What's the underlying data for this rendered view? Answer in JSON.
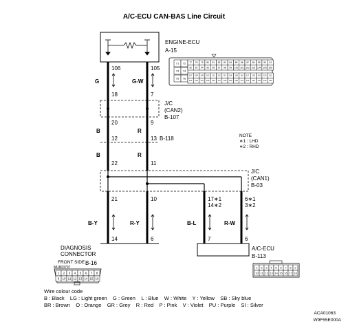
{
  "title": "A/C-ECU CAN-BAS Line Circuit",
  "engine_ecu": {
    "name": "ENGINE-ECU",
    "ref": "A-15"
  },
  "jc_can2": {
    "name": "J/C",
    "sub": "(CAN2)",
    "ref": "B-107"
  },
  "joint_b118": {
    "ref": "B-118"
  },
  "jc_can1": {
    "name": "J/C",
    "sub": "(CAN1)",
    "ref": "B-03"
  },
  "diagnosis": {
    "name1": "DIAGNOSIS",
    "name2": "CONNECTOR",
    "front_side": "FRONT SIDE",
    "ref": "B-16",
    "part_no": "MU803797"
  },
  "ac_ecu": {
    "name": "A/C-ECU",
    "ref": "B-113"
  },
  "note": {
    "title": "NOTE",
    "n1": "∗1 : LHD",
    "n2": "∗2 : RHD"
  },
  "pins": {
    "ecu_left": "106",
    "ecu_right": "105",
    "can2_left_top": "18",
    "can2_right_top": "7",
    "can2_left_bot": "20",
    "can2_right_bot": "9",
    "b118_left": "12",
    "b118_right": "13",
    "can1_left_top": "22",
    "can1_right_top": "11",
    "can1_out_a": "21",
    "can1_out_b": "10",
    "can1_out_c1": "17∗1",
    "can1_out_c2": "14∗2",
    "can1_out_d1": "6∗1",
    "can1_out_d2": "3∗2",
    "diag_a": "14",
    "diag_b": "6",
    "acecu_a": "7",
    "acecu_b": "6"
  },
  "wires": {
    "ecu_left": "G",
    "ecu_right": "G-W",
    "mid_left": "B",
    "mid_right": "R",
    "low_left": "B",
    "low_right": "R",
    "diag_left": "B-Y",
    "diag_right": "R-Y",
    "ac_left": "B-L",
    "ac_right": "R-W"
  },
  "ecu_connector_pins": [
    [
      "71",
      "72",
      "73",
      "74",
      "75",
      "76"
    ],
    [
      "77",
      "78",
      "79",
      "80",
      "81",
      "82",
      "83",
      "84",
      "85",
      "86",
      "87",
      "88",
      "89",
      "90",
      "91"
    ],
    [
      "92",
      "93",
      "94",
      "95",
      "96",
      "97",
      "98",
      "99",
      "100",
      "101",
      "102",
      "103",
      "104",
      "105",
      "106"
    ],
    [
      "107",
      "108",
      "109",
      "110",
      "111",
      "112",
      "113",
      "114",
      "115",
      "116",
      "117",
      "118",
      "119",
      "120",
      "121",
      "122",
      "123",
      "124",
      "125",
      "126",
      "127",
      "128",
      "129",
      "130",
      "131",
      "132",
      "133",
      "134",
      "135",
      "136"
    ]
  ],
  "diag_connector_pins": [
    [
      "1",
      "2",
      "3",
      "4",
      "5",
      "6",
      "7",
      "8"
    ],
    [
      "9",
      "10",
      "11",
      "12",
      "13",
      "14",
      "15",
      "16"
    ]
  ],
  "ac_connector_pins": [
    [
      "1",
      "2",
      "3",
      "4",
      "5",
      "6",
      "7",
      "8",
      "9"
    ],
    [
      "10",
      "11",
      "12",
      "13",
      "14",
      "15",
      "16",
      "17",
      "18"
    ]
  ],
  "color_code": {
    "title": "Wire colour code",
    "line1": "B : Black    LG : Light green    G : Green    L : Blue    W : White    Y : Yellow    SB : Sky blue",
    "line2": "BR : Brown    O : Orange    GR : Grey    R : Red    P : Pink    V : Violet    PU : Purple    SI : Silver"
  },
  "footer": {
    "code1": "ACA01063",
    "code2": "W9F55E000A"
  }
}
